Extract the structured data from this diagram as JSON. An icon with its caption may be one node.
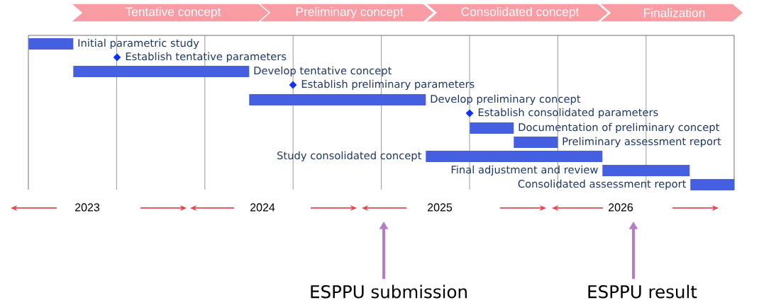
{
  "diagram": {
    "nodes": [
      {
        "text": [
          "Tentative concept"
        ]
      },
      {
        "text": [
          "Preliminary concept"
        ]
      },
      {
        "text": [
          "Consolidated concept"
        ]
      },
      {
        "text": [
          "Finalization"
        ]
      },
      {
        "text": [],
        "shape": "bar",
        "beside": [
          "Initial parametric study"
        ]
      },
      {
        "text": [],
        "shape": "diamond",
        "beside": [
          "Establish tentative parameters"
        ]
      },
      {
        "text": [],
        "shape": "bar",
        "beside": [
          "Develop tentative concept"
        ]
      },
      {
        "text": [],
        "shape": "diamond",
        "beside": [
          "Establish preliminary parameters"
        ]
      },
      {
        "text": [],
        "shape": "bar",
        "beside": [
          "Develop preliminary concept"
        ]
      },
      {
        "text": [],
        "shape": "diamond",
        "beside": [
          "Establish consolidated parameters"
        ]
      },
      {
        "text": [],
        "shape": "bar",
        "beside": [
          "Documentation of preliminary concept"
        ]
      },
      {
        "text": [],
        "shape": "bar",
        "beside": [
          "Preliminary assessment report"
        ]
      },
      {
        "text": [],
        "shape": "bar",
        "beside": [
          "Study consolidated concept"
        ]
      },
      {
        "text": [],
        "shape": "bar",
        "beside": [
          "Final adjustment and review"
        ]
      },
      {
        "text": [],
        "shape": "bar",
        "beside": [
          "Consolidated assessment report"
        ]
      },
      {
        "text": [
          "ESPPU submission"
        ]
      },
      {
        "text": [
          "ESPPU result"
        ]
      }
    ],
    "edges": [
      {
        "from": 15,
        "to": null,
        "arrow": "to"
      },
      {
        "from": 16,
        "to": null,
        "arrow": "to"
      }
    ],
    "labels": [
      "2023",
      "2024",
      "2025",
      "2026"
    ]
  }
}
